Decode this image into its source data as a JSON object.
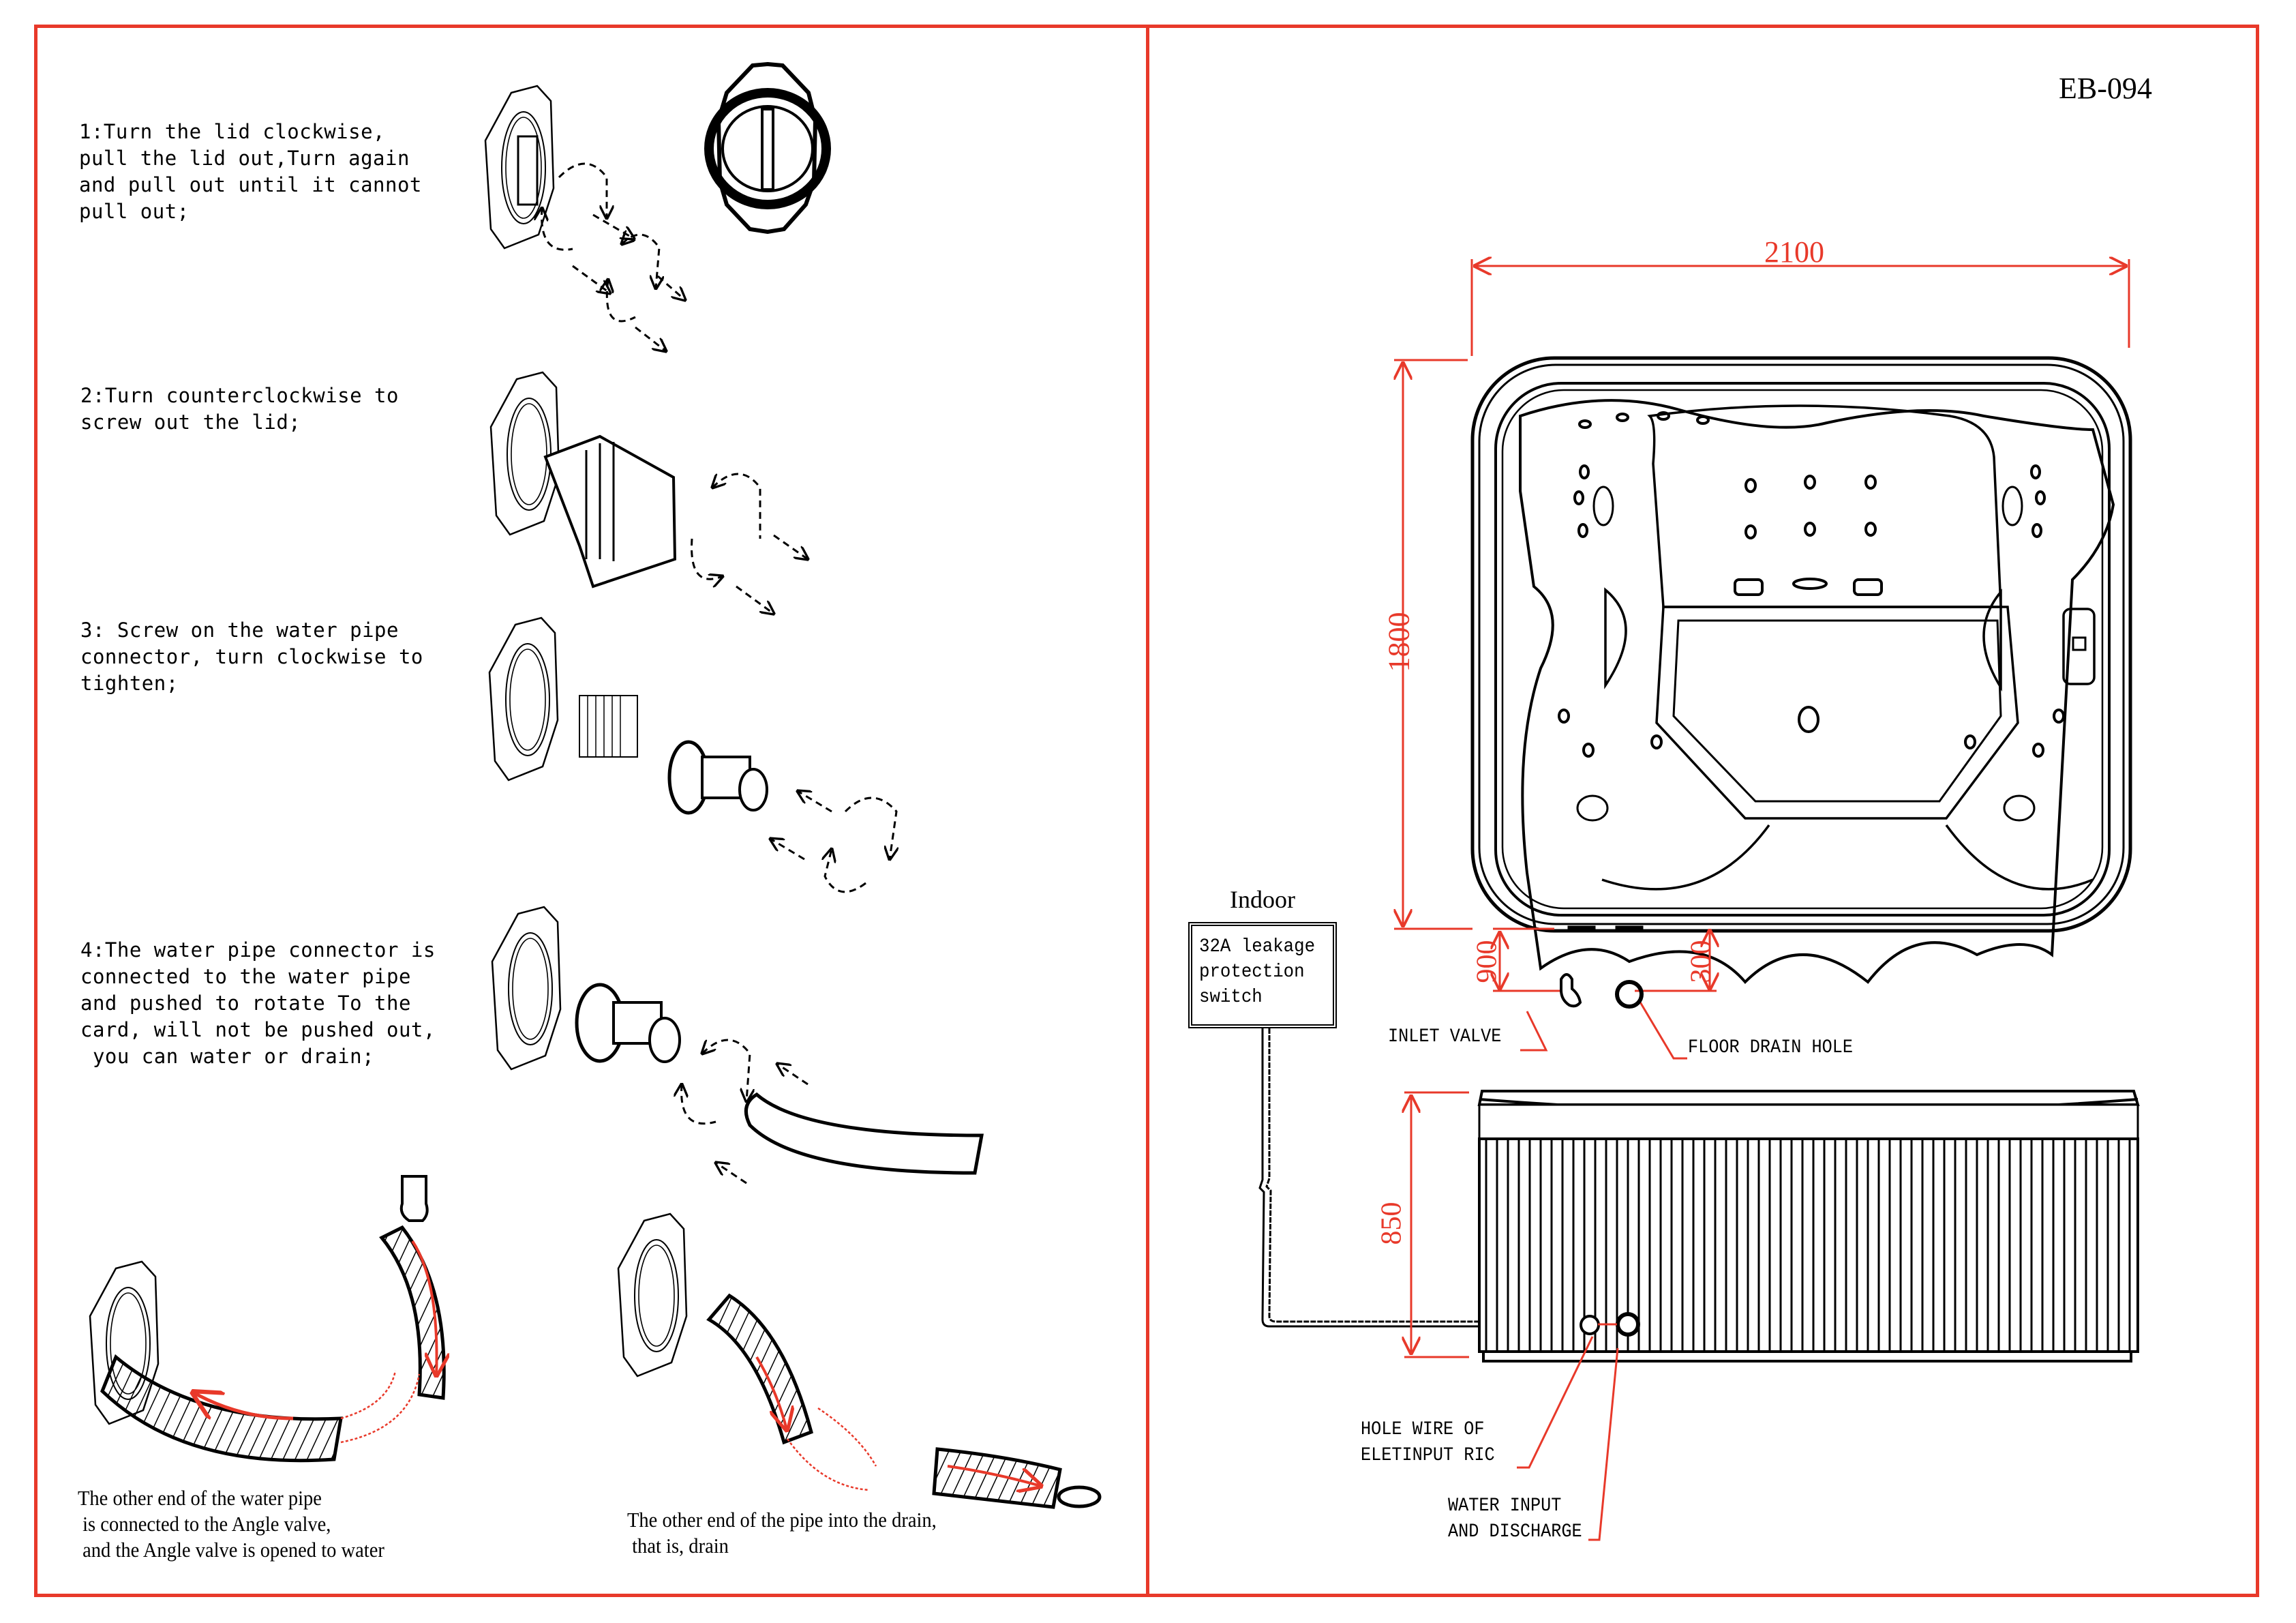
{
  "document": {
    "model": "EB-094",
    "colors": {
      "frame": "#e8392a",
      "dimension": "#e8392a",
      "line": "#000000"
    }
  },
  "instructions": {
    "steps": [
      {
        "text": "1:Turn the lid clockwise,\npull the lid out,Turn again\nand pull out until it cannot\npull out;"
      },
      {
        "text": "2:Turn counterclockwise to\nscrew out the lid;"
      },
      {
        "text": "3: Screw on the water pipe\nconnector, turn clockwise to\ntighten;"
      },
      {
        "text": "4:The water pipe connector is\nconnected to the water pipe\nand pushed to rotate To the\ncard, will not be pushed out,\n you can water or drain;"
      }
    ],
    "captions": [
      {
        "text": "The other end of the water pipe\n is connected to the Angle valve,\n and the Angle valve is opened to water"
      },
      {
        "text": "The other end of the pipe into the drain,\n that is, drain"
      }
    ]
  },
  "drawing": {
    "dimensions": {
      "length": "2100",
      "width": "1800",
      "height": "850",
      "inlet_offset": "900",
      "drain_offset": "300"
    },
    "indoor_label": "Indoor",
    "switch_label": "32A leakage\nprotection\nswitch",
    "callouts": {
      "inlet_valve": "INLET VALVE",
      "floor_drain": "FLOOR DRAIN HOLE",
      "wire_hole": "HOLE WIRE OF\nELETINPUT RIC",
      "water_io": "WATER INPUT\nAND DISCHARGE"
    }
  }
}
